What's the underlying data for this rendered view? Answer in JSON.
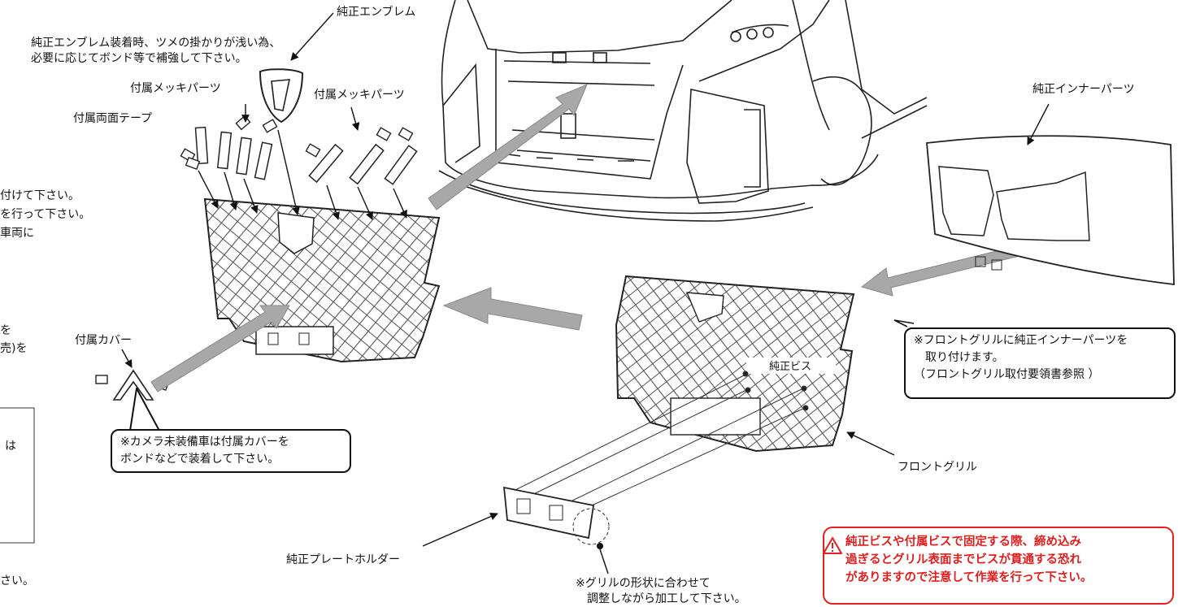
{
  "labels": {
    "emblem": "純正エンブレム",
    "emblem_note": "純正エンブレム装着時、ツメの掛かりが浅い為、\n必要に応じてボンド等で補強して下さい。",
    "plating_left": "付属メッキパーツ",
    "tape": "付属両面テープ",
    "plating_right": "付属メッキパーツ",
    "inner_parts": "純正インナーパーツ",
    "cover": "付属カバー",
    "screw": "純正ビス",
    "front_grille": "フロントグリル",
    "plate_holder": "純正プレートホルダー",
    "adjust_note": "※グリルの形状に合わせて\n　調整しながら加工して下さい。"
  },
  "cropped_left": {
    "line1": "付けて下さい。",
    "line2": "を行って下さい。",
    "line3": "車両に",
    "line4": "を",
    "line5": "売)を",
    "line6": "は",
    "line7": "さい。"
  },
  "callouts": {
    "camera": "※カメラ未装備車は付属カバーを\nボンドなどで装着して下さい。",
    "inner": "※フロントグリルに純正インナーパーツを\n　取り付けます。\n（フロントグリル取付要領書参照 ）"
  },
  "warning": {
    "text": "純正ビスや付属ビスで固定する際、締め込み\n過ぎるとグリル表面までビスが貫通する恐れ\nがありますので注意して作業を行って下さい。",
    "color": "#e02020"
  }
}
